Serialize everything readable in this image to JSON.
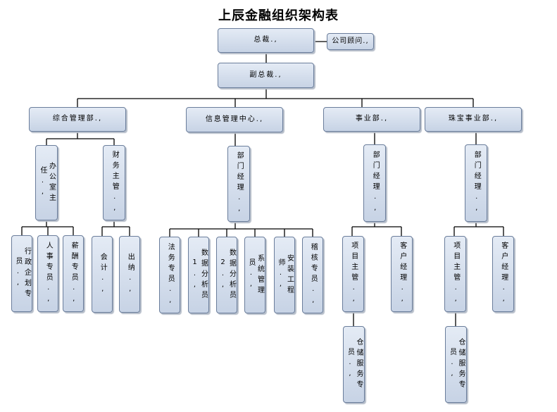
{
  "title": "上辰金融组织架构表",
  "nodes": {
    "ceo": "总裁.,",
    "advisor": "公司顾问.,",
    "vp": "副总裁.,",
    "admin_dept": "综合管理部.,",
    "info_center": "信息管理中心.,",
    "biz_dept": "事业部.,",
    "jewel_dept": "珠宝事业部.,",
    "office_dir": "办公室主任.,",
    "finance_mgr": "财务主管.,",
    "info_mgr": "部门经理.,",
    "biz_mgr": "部门经理.,",
    "jewel_mgr": "部门经理.,",
    "admin_planner": "行政企划专员.,",
    "hr": "人事专员.,",
    "payroll": "薪酬专员.,",
    "accountant": "会计.,",
    "cashier": "出纳.,",
    "legal": "法务专员.,",
    "analyst1": "数据分析员1.,",
    "analyst2": "数据分析员2.,",
    "sysadmin": "系统管理员.,",
    "security_eng": "安装工程师.,",
    "audit": "稽核专员.,",
    "biz_project": "项目主管.,",
    "biz_client": "客户经理.,",
    "biz_storage": "仓储服务专员.,",
    "jewel_project": "项目主管.,",
    "jewel_client": "客户经理.,",
    "jewel_storage": "仓储服务专员.,"
  }
}
